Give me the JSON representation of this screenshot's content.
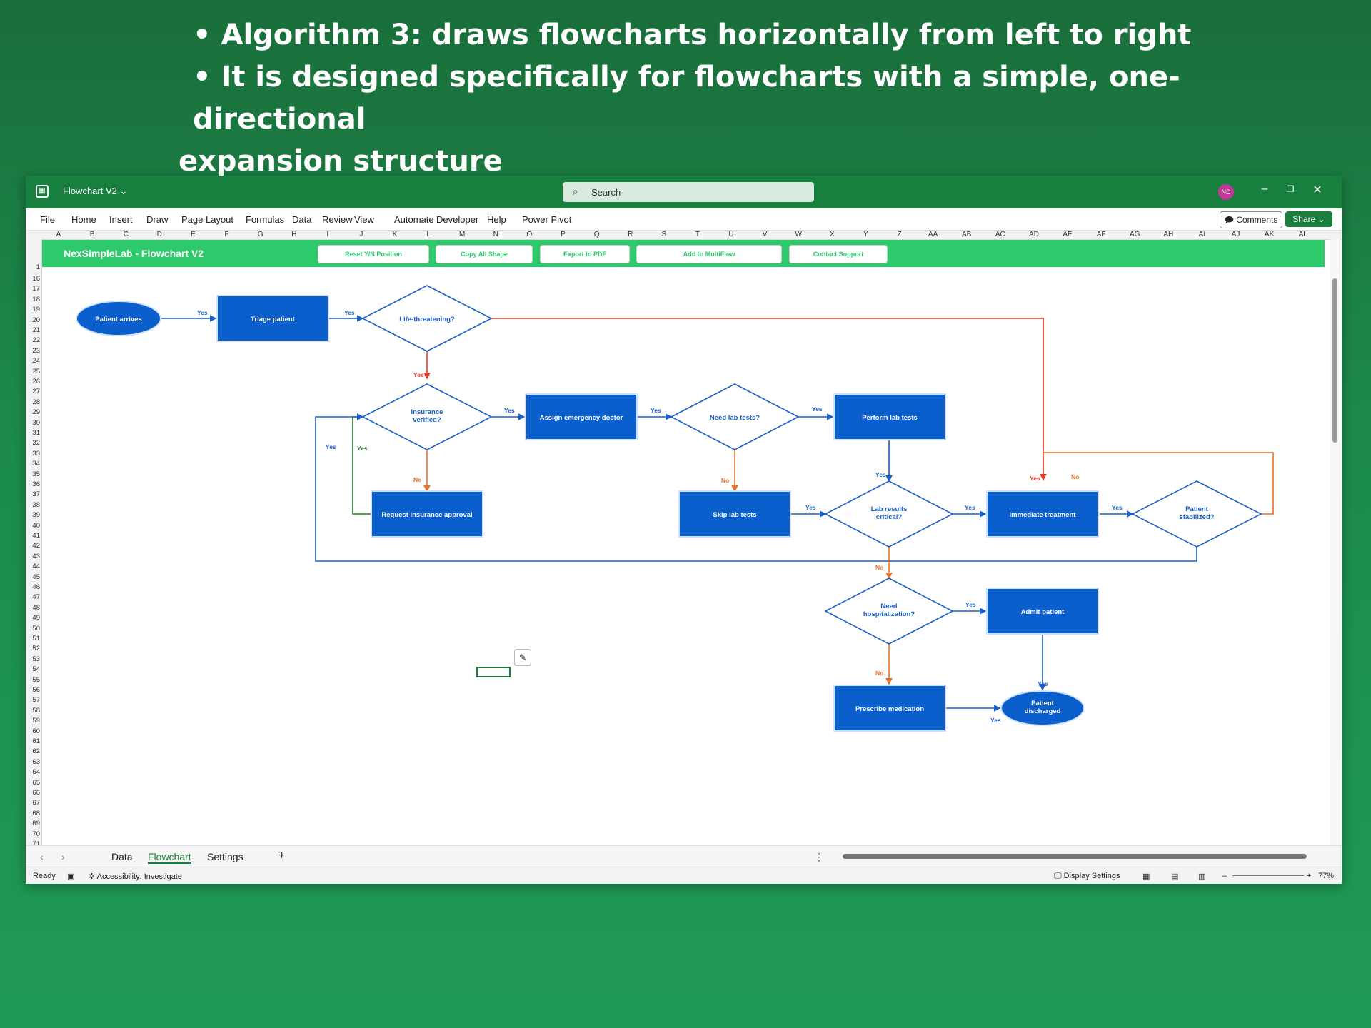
{
  "slide": {
    "bullet1": "• Algorithm 3: draws flowcharts horizontally from left to right",
    "bullet2": "• It is designed specifically for flowcharts with a simple, one-directional",
    "bullet3": "expansion structure"
  },
  "window": {
    "title": "Flowchart V2",
    "search_placeholder": "Search",
    "avatar": "ND",
    "menu": [
      "File",
      "Home",
      "Insert",
      "Draw",
      "Page Layout",
      "Formulas",
      "Data",
      "Review",
      "View",
      "Automate",
      "Developer",
      "Help",
      "Power Pivot"
    ],
    "comments": "Comments",
    "share": "Share"
  },
  "columns": [
    "A",
    "B",
    "C",
    "D",
    "E",
    "F",
    "G",
    "H",
    "I",
    "J",
    "K",
    "L",
    "M",
    "N",
    "O",
    "P",
    "Q",
    "R",
    "S",
    "T",
    "U",
    "V",
    "W",
    "X",
    "Y",
    "Z",
    "AA",
    "AB",
    "AC",
    "AD",
    "AE",
    "AF",
    "AG",
    "AH",
    "AI",
    "AJ",
    "AK",
    "AL"
  ],
  "rows": [
    "1",
    "16",
    "17",
    "18",
    "19",
    "20",
    "21",
    "22",
    "23",
    "24",
    "25",
    "26",
    "27",
    "28",
    "29",
    "30",
    "31",
    "32",
    "33",
    "34",
    "35",
    "36",
    "37",
    "38",
    "39",
    "40",
    "41",
    "42",
    "43",
    "44",
    "45",
    "46",
    "47",
    "48",
    "49",
    "50",
    "51",
    "52",
    "53",
    "54",
    "55",
    "56",
    "57",
    "58",
    "59",
    "60",
    "61",
    "62",
    "63",
    "64",
    "65",
    "66",
    "67",
    "68",
    "69",
    "70",
    "71"
  ],
  "header": {
    "title": "NexSimpleLab - Flowchart V2",
    "buttons": [
      "Reset Y/N Position",
      "Copy All Shape",
      "Export to PDF",
      "Add to MultiFlow",
      "Contact Support"
    ]
  },
  "flow": {
    "nodes": {
      "patient_arrives": "Patient arrives",
      "triage": "Triage patient",
      "life_threatening": "Life-threatening?",
      "insurance1": "Insurance",
      "insurance2": "verified?",
      "assign_doctor": "Assign emergency doctor",
      "need_lab": "Need lab tests?",
      "perform_lab": "Perform lab tests",
      "request_insurance": "Request insurance approval",
      "skip_lab": "Skip lab tests",
      "lab_critical1": "Lab results",
      "lab_critical2": "critical?",
      "immediate_treatment": "Immediate treatment",
      "stabilized1": "Patient",
      "stabilized2": "stabilized?",
      "need_hosp1": "Need",
      "need_hosp2": "hospitalization?",
      "admit": "Admit patient",
      "prescribe": "Prescribe medication",
      "discharged1": "Patient",
      "discharged2": "discharged"
    },
    "labels": {
      "yes": "Yes",
      "no": "No"
    },
    "colors": {
      "node_fill": "#0a5fcc",
      "diamond_stroke": "#1b5fc8",
      "line_blue": "#1b5fc8",
      "line_red": "#e53a2a",
      "line_orange": "#e8722a",
      "line_green": "#2a7a2a",
      "label_blue": "#1b5fc8",
      "label_orange": "#e8722a",
      "label_red": "#e53a2a"
    }
  },
  "tabs": [
    "Data",
    "Flowchart",
    "Settings"
  ],
  "tab_add": "+",
  "status": {
    "ready": "Ready",
    "accessibility": "Accessibility: Investigate",
    "display_settings": "Display Settings",
    "zoom": "77%"
  },
  "theme": {
    "titlebar": "#17803f",
    "headerbar": "#2ec96a",
    "slide_bg": "#1c8a4a"
  }
}
